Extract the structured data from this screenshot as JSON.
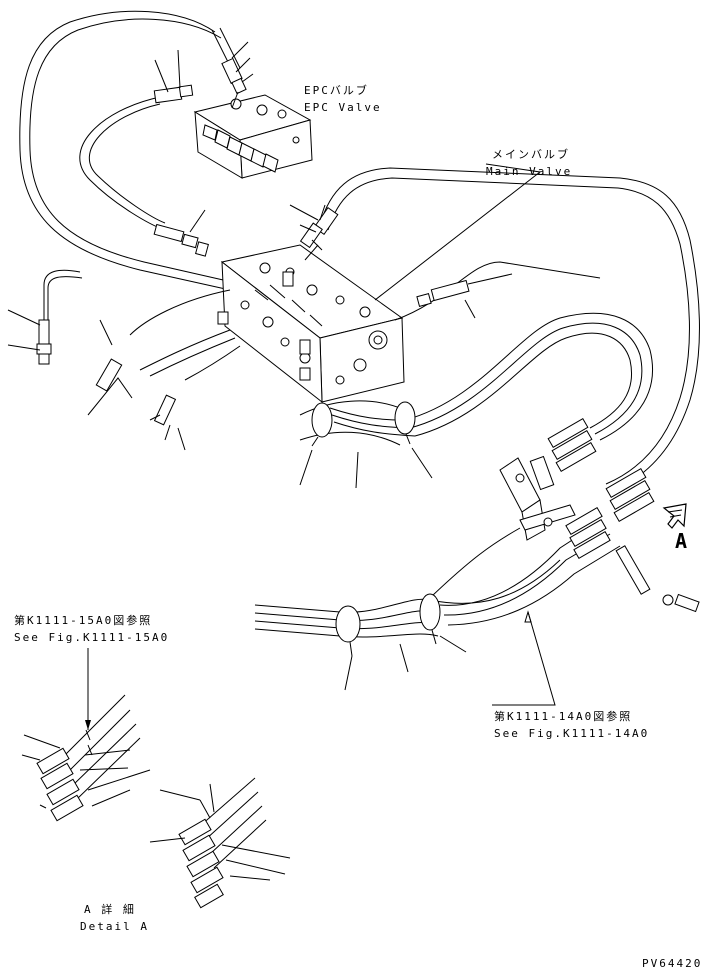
{
  "labels": {
    "epc_jp": "EPCバルブ",
    "epc_en": "EPC Valve",
    "main_jp": "メインバルブ",
    "main_en": "Main Valve",
    "ref1_jp": "第K1111-15A0図参照",
    "ref1_en": "See Fig.K1111-15A0",
    "ref2_jp": "第K1111-14A0図参照",
    "ref2_en": "See Fig.K1111-14A0",
    "view_letter": "A",
    "detail_jp": "A 詳 細",
    "detail_en": "Detail A",
    "drawing_code": "PV64420"
  }
}
